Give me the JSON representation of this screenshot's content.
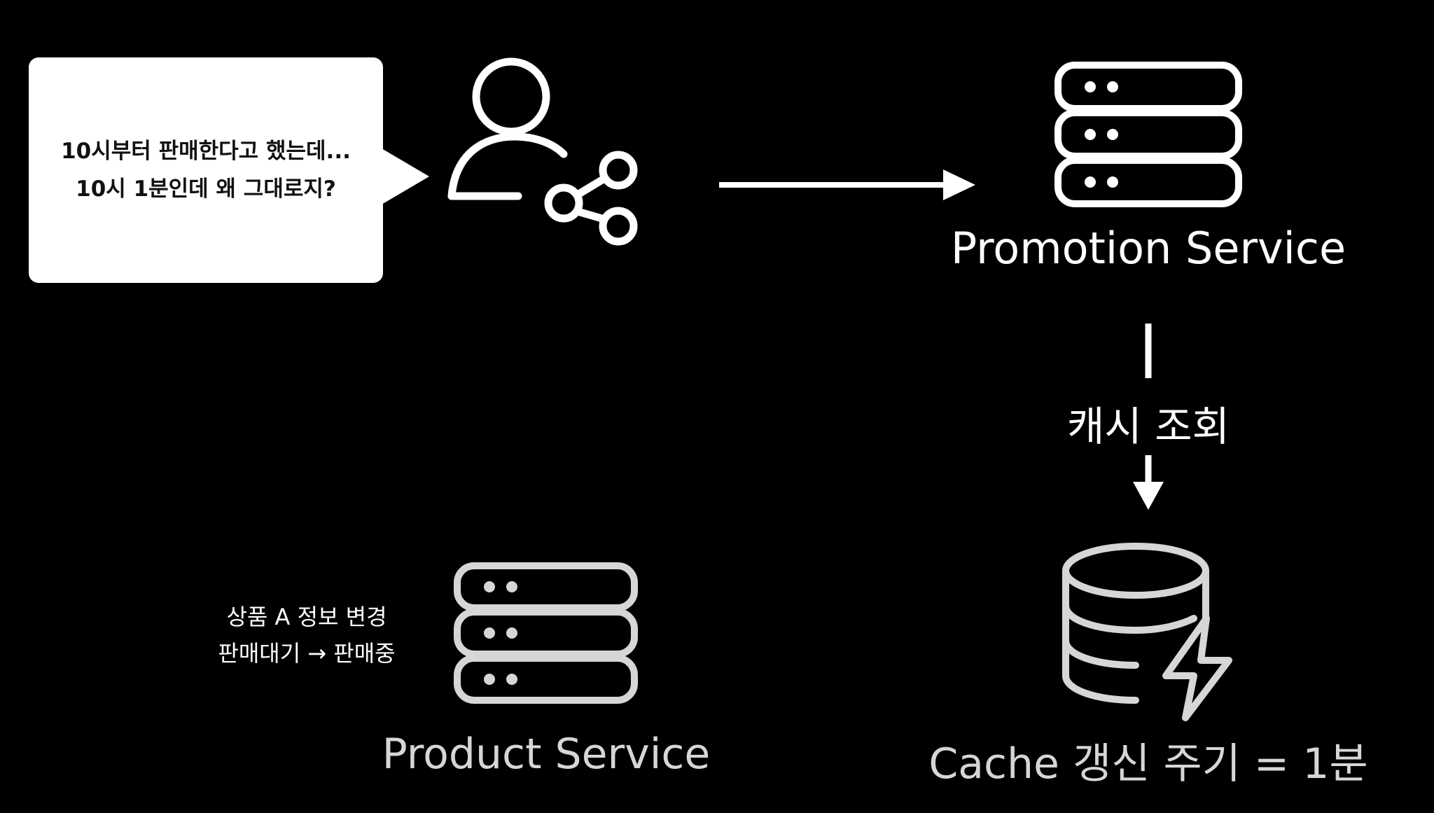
{
  "bubble": {
    "line1": "10시부터 판매한다고 했는데...",
    "line2": "10시 1분인데 왜 그대로지?"
  },
  "promotion_service": {
    "label": "Promotion Service"
  },
  "cache_query": {
    "label": "캐시 조회"
  },
  "product_service": {
    "label": "Product Service",
    "change_line1": "상품 A 정보 변경",
    "change_line2": "판매대기 → 판매중"
  },
  "cache": {
    "label": "Cache 갱신 주기 = 1분"
  },
  "colors": {
    "background": "#000000",
    "foreground": "#ffffff",
    "muted": "#d6d6d6"
  },
  "icons": [
    "user-share-icon",
    "server-icon",
    "database-bolt-icon",
    "arrow-right",
    "arrow-down"
  ]
}
